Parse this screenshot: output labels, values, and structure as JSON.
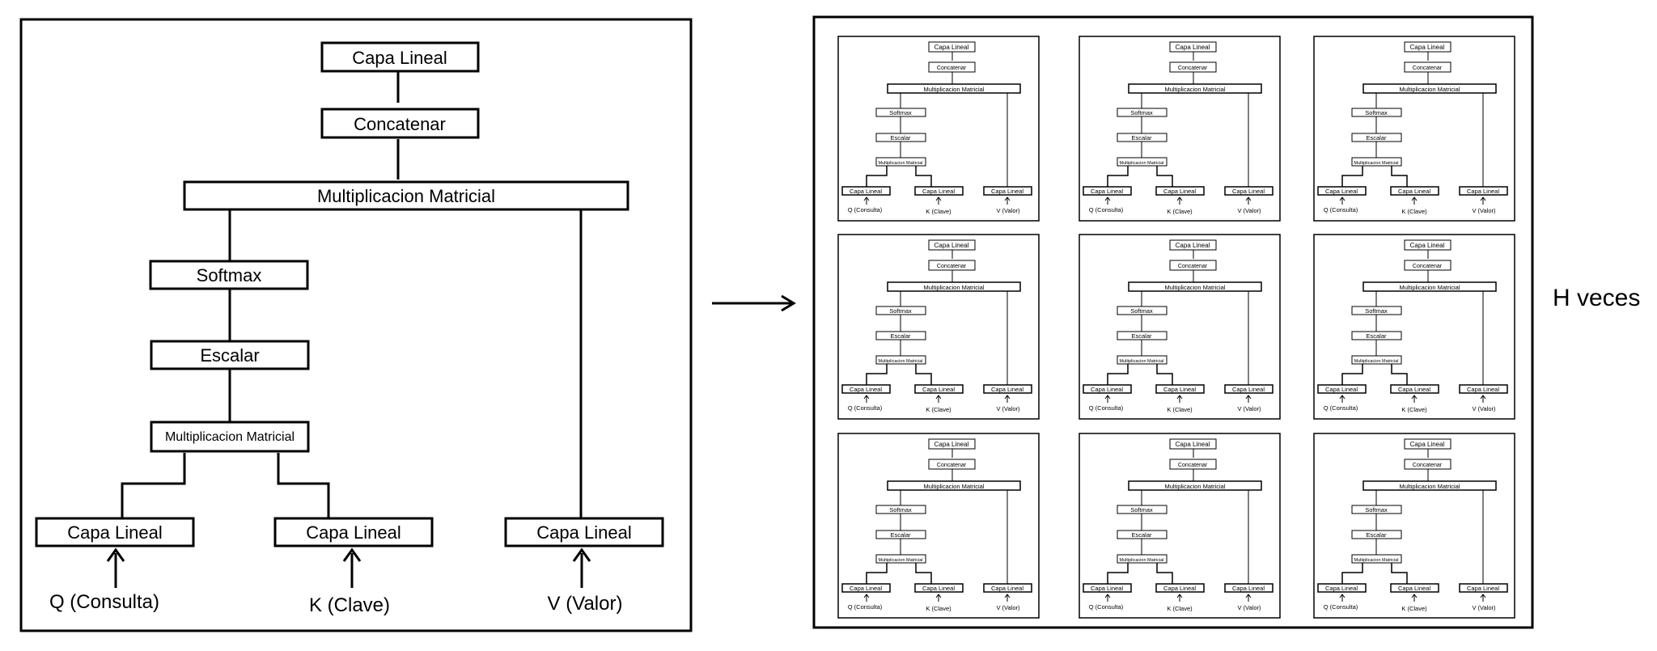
{
  "diagram": {
    "top_layer": "Capa Lineal",
    "concat": "Concatenar",
    "matmul_top": "Multiplicacion Matricial",
    "softmax": "Softmax",
    "scale": "Escalar",
    "matmul_bottom": "Multiplicacion Matricial",
    "linear_q": "Capa Lineal",
    "linear_k": "Capa Lineal",
    "linear_v": "Capa Lineal",
    "input_q": "Q (Consulta)",
    "input_k": "K (Clave)",
    "input_v": "V (Valor)"
  },
  "repeat_label": "H veces",
  "grid": {
    "rows": 3,
    "cols": 3
  }
}
